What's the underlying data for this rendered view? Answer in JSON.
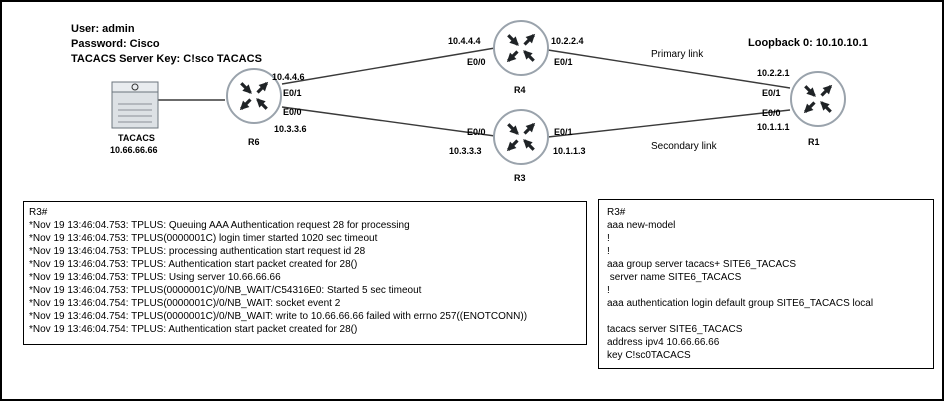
{
  "credentials": {
    "user": "User: admin",
    "password": "Password: Cisco",
    "key": "TACACS Server Key: C!sco TACACS"
  },
  "loopback": "Loopback 0: 10.10.10.1",
  "devices": {
    "tacacs": {
      "name": "TACACS",
      "ip": "10.66.66.66"
    },
    "r6": {
      "name": "R6"
    },
    "r4": {
      "name": "R4"
    },
    "r3": {
      "name": "R3"
    },
    "r1": {
      "name": "R1"
    }
  },
  "labels": {
    "r6_ip_top": "10.4.4.6",
    "r6_e01": "E0/1",
    "r6_e00": "E0/0",
    "r6_ip_bottom": "10.3.3.6",
    "r4_ip_left": "10.4.4.4",
    "r4_e00": "E0/0",
    "r4_ip_right": "10.2.2.4",
    "r4_e01": "E0/1",
    "r3_e00": "E0/0",
    "r3_ip_left": "10.3.3.3",
    "r3_e01": "E0/1",
    "r3_ip_right": "10.1.1.3",
    "r1_ip_top": "10.2.2.1",
    "r1_e01": "E0/1",
    "r1_e00": "E0/0",
    "r1_ip_bottom": "10.1.1.1",
    "primary_link": "Primary link",
    "secondary_link": "Secondary  link"
  },
  "debug_log": [
    "R3#",
    "*Nov 19 13:46:04.753: TPLUS: Queuing AAA Authentication request 28 for processing",
    "*Nov 19 13:46:04.753: TPLUS(0000001C) login timer started 1020 sec timeout",
    "*Nov 19 13:46:04.753: TPLUS: processing authentication start request id 28",
    "*Nov 19 13:46:04.753: TPLUS: Authentication start packet created for 28()",
    "*Nov 19 13:46:04.753: TPLUS: Using server 10.66.66.66",
    "*Nov 19 13:46:04.753: TPLUS(0000001C)/0/NB_WAIT/C54316E0: Started 5 sec timeout",
    "*Nov 19 13:46:04.754: TPLUS(0000001C)/0/NB_WAIT: socket event 2",
    "*Nov 19 13:46:04.754: TPLUS(0000001C)/0/NB_WAIT: write to 10.66.66.66 failed with errno 257((ENOTCONN))",
    "*Nov 19 13:46:04.754: TPLUS: Authentication start packet created for 28()"
  ],
  "config": [
    "R3#",
    "aaa new-model",
    "!",
    "!",
    "aaa group server tacacs+ SITE6_TACACS",
    " server name SITE6_TACACS",
    "!",
    "aaa authentication login default group SITE6_TACACS local",
    "",
    "tacacs server SITE6_TACACS",
    "address ipv4 10.66.66.66",
    "key C!sc0TACACS"
  ],
  "colors": {
    "router_fill": "#ffffff",
    "router_stroke": "#9aa3ac",
    "arrow": "#1f2326",
    "link": "#3a3a3a"
  }
}
